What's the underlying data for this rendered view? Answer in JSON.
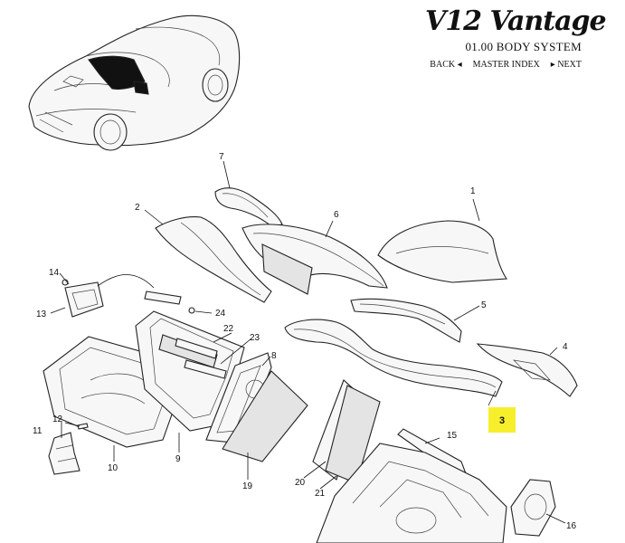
{
  "header": {
    "brand": "V12 Vantage",
    "system": "01.00 BODY SYSTEM",
    "nav_back": "BACK",
    "nav_master_index": "MASTER INDEX",
    "nav_next": "NEXT",
    "back_icon": "arrow-left-icon",
    "next_icon": "arrow-right-icon"
  },
  "highlight_color": "#f7ef2c",
  "callouts": {
    "c1": "1",
    "c2": "2",
    "c3": "3",
    "c4": "4",
    "c5": "5",
    "c6": "6",
    "c7": "7",
    "c8": "8",
    "c9": "9",
    "c10": "10",
    "c11": "11",
    "c12": "12",
    "c13": "13",
    "c14": "14",
    "c15": "15",
    "c16": "16",
    "c19": "19",
    "c20": "20",
    "c21": "21",
    "c22": "22",
    "c23": "23",
    "c24": "24"
  }
}
